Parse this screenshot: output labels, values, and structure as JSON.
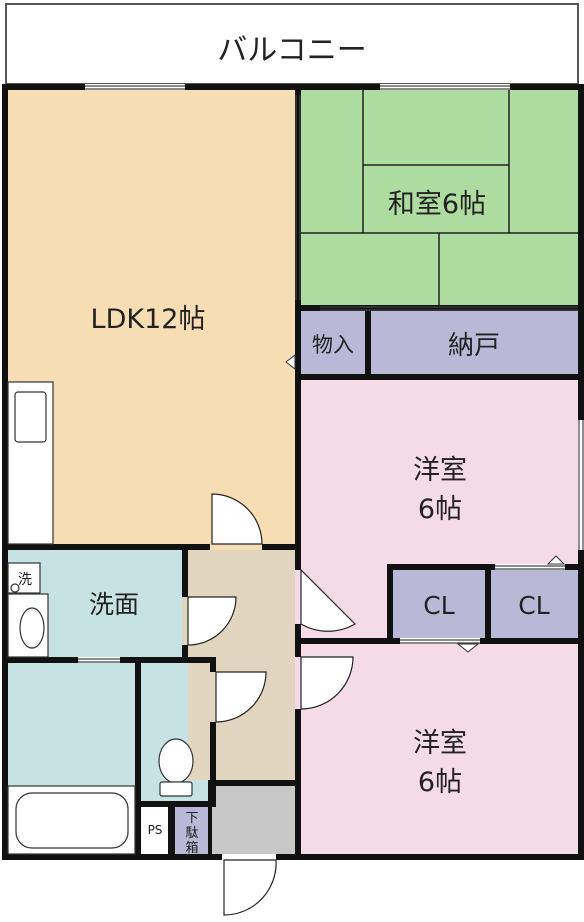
{
  "floorplan": {
    "balcony": "バルコニー",
    "rooms": {
      "ldk": "LDK12帖",
      "washitsu": "和室6帖",
      "mono_ire": "物入",
      "nando": "納戸",
      "yoshitsu1_name": "洋室",
      "yoshitsu1_size": "6帖",
      "yoshitsu2_name": "洋室",
      "yoshitsu2_size": "6帖",
      "cl1": "CL",
      "cl2": "CL",
      "senmen": "洗面",
      "sentakuki": "洗",
      "ps": "PS",
      "getabako": [
        "下",
        "駄",
        "箱"
      ]
    },
    "colors": {
      "ldk": "#f7ddb4",
      "washitsu": "#aedba0",
      "storage": "#b9b9d7",
      "yoshitsu": "#f5dbe8",
      "wet": "#c6e2e3",
      "hall": "#e2d5bf",
      "entrance": "#c8c8c8",
      "wall": "#111111"
    }
  }
}
